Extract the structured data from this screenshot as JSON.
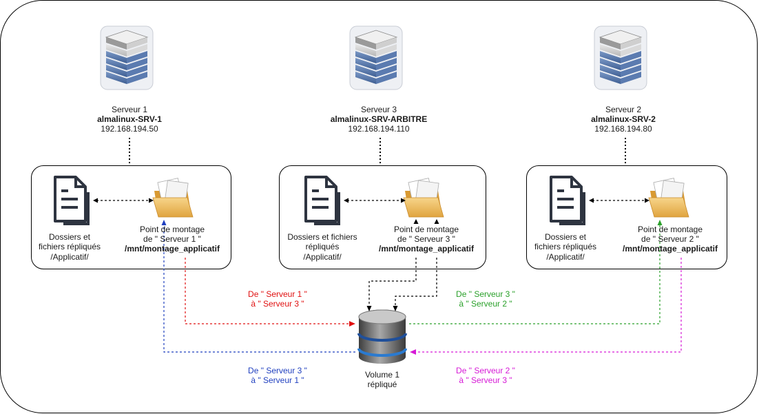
{
  "servers": [
    {
      "title": "Serveur 1",
      "hostname": "almalinux-SRV-1",
      "ip": "192.168.194.50",
      "folder_label": "Dossiers et fichiers répliqués",
      "folder_path": "/Applicatif/",
      "mount_label_1": "Point de montage",
      "mount_label_2": "de \" Serveur 1 \"",
      "mount_path": "/mnt/montage_applicatif"
    },
    {
      "title": "Serveur 3",
      "hostname": "almalinux-SRV-ARBITRE",
      "ip": "192.168.194.110",
      "folder_label": "Dossiers et fichiers répliqués",
      "folder_path": "/Applicatif/",
      "mount_label_1": "Point de montage",
      "mount_label_2": "de \" Serveur 3 \"",
      "mount_path": "/mnt/montage_applicatif"
    },
    {
      "title": "Serveur 2",
      "hostname": "almalinux-SRV-2",
      "ip": "192.168.194.80",
      "folder_label": "Dossiers et fichiers répliqués",
      "folder_path": "/Applicatif/",
      "mount_label_1": "Point de montage",
      "mount_label_2": "de \" Serveur 2 \"",
      "mount_path": "/mnt/montage_applicatif"
    }
  ],
  "volume": {
    "label_1": "Volume 1",
    "label_2": "répliqué"
  },
  "flows": [
    {
      "line1": "De \" Serveur 1 \"",
      "line2": "à \" Serveur 3 \"",
      "color": "#e01010"
    },
    {
      "line1": "De \" Serveur 3 \"",
      "line2": "à \" Serveur 2 \"",
      "color": "#2aa02a"
    },
    {
      "line1": "De \" Serveur 3 \"",
      "line2": "à \" Serveur 1 \"",
      "color": "#1f3fbf"
    },
    {
      "line1": "De \" Serveur 2 \"",
      "line2": "à \" Serveur 3 \"",
      "color": "#d619d6"
    }
  ],
  "icons": {
    "server": "server-rack-icon",
    "document": "document-icon",
    "folder": "folder-icon",
    "database": "database-icon"
  }
}
